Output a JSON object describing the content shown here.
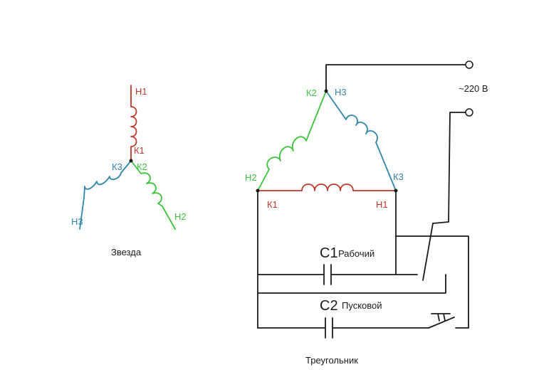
{
  "colors": {
    "red": "#c0392b",
    "green": "#3cc43c",
    "blue": "#2e86ab",
    "wire": "#1a1a1a"
  },
  "star": {
    "caption": "Звезда",
    "labels": {
      "h1": "Н1",
      "k1": "К1",
      "k2": "К2",
      "k3": "К3",
      "h2": "Н2",
      "h3": "Н3"
    }
  },
  "triangle": {
    "caption": "Треугольник",
    "labels": {
      "k2": "К2",
      "h3": "Н3",
      "h2": "Н2",
      "k3": "К3",
      "k1": "К1",
      "h1": "Н1"
    },
    "supply": "~220 В",
    "c1": {
      "name": "С1",
      "role": "Рабочий"
    },
    "c2": {
      "name": "С2",
      "role": "Пусковой"
    }
  }
}
